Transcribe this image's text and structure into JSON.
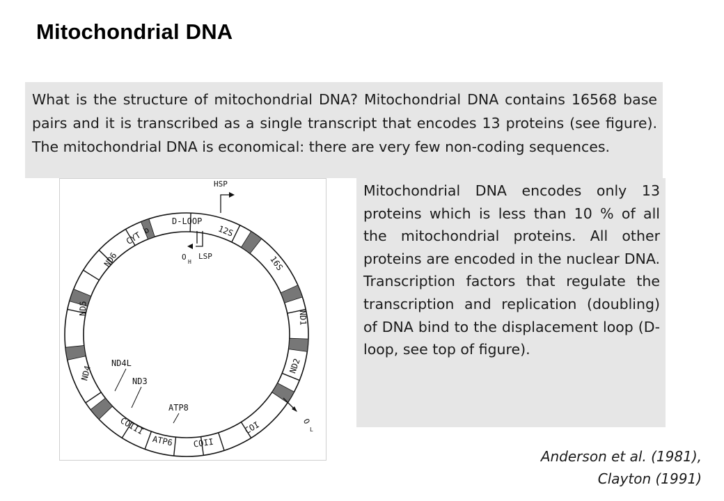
{
  "title": "Mitochondrial DNA",
  "intro_paragraph": "What is the structure of mitochondrial DNA? Mitochondrial DNA contains 16568 base pairs and it is transcribed as a single transcript that encodes 13 proteins (see figure). The mitochondrial DNA is economical: there are very few non-coding sequences.",
  "side_paragraph": "Mitochondrial DNA encodes only 13 proteins which is less than 10 % of all the mitochondrial proteins. All other proteins are encoded in the nuclear DNA. Transcription factors that regulate the transcription and replication (doubling) of DNA bind to the displacement loop (D-loop, see top of figure).",
  "citation": {
    "line1": "Anderson et al. (1981),",
    "line2": "Clayton (1991)"
  },
  "figure": {
    "genes": {
      "d_loop": "D-LOOP",
      "s12": "12S",
      "s16": "16S",
      "nd1": "ND1",
      "nd2": "ND2",
      "coi": "COI",
      "coii": "COII",
      "atp8": "ATP8",
      "atp6": "ATP6",
      "coiii": "COIII",
      "nd3": "ND3",
      "nd4l": "ND4L",
      "nd4": "ND4",
      "nd5": "ND5",
      "nd6": "ND6",
      "cytb": "CYT b"
    },
    "markers": {
      "hsp": "HSP",
      "lsp": "LSP",
      "oh": "O",
      "oh_sub": "H",
      "ol": "O",
      "ol_sub": "L"
    }
  }
}
